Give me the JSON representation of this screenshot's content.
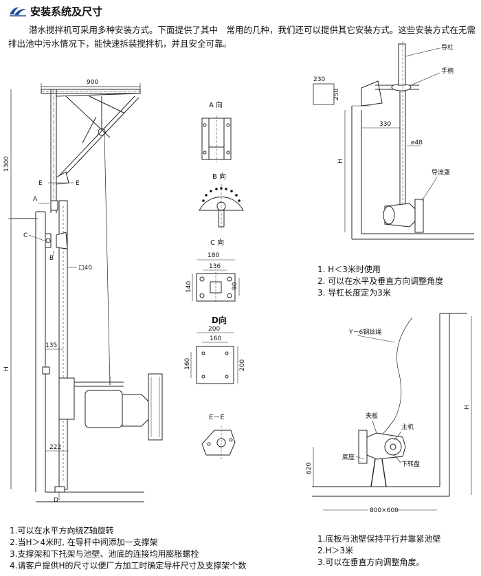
{
  "header": {
    "title": "安装系统及尺寸"
  },
  "intro": "潜水搅拌机可采用多种安装方式。下面提供了其中　常用的几种，我们还可以提供其它安装方式。这些安装方式在无需排出池中污水情况下，能快速拆装搅拌机，并且安全可靠。",
  "left_diagram": {
    "dim_900": "900",
    "dim_1300": "1300",
    "dim_H": "H",
    "label_E1": "E",
    "label_E2": "E",
    "label_A": "A",
    "label_C": "C",
    "label_B": "B",
    "dim_40": "□40",
    "dim_135": "135",
    "dim_222": "222",
    "label_D": "D"
  },
  "views": {
    "a_title": "A 向",
    "b_title": "B 向",
    "c_title": "C 向",
    "c_180": "180",
    "c_136": "136",
    "c_140": "140",
    "c_90": "90",
    "d_title": "D向",
    "d_200_top": "200",
    "d_160_top": "160",
    "d_160_side": "160",
    "d_200_side": "200",
    "e_title": "E－E"
  },
  "right_top": {
    "dim_230": "230",
    "dim_250": "250",
    "dim_330": "330",
    "dim_48": "ø48",
    "dim_H": "H",
    "label_guide_rod": "导杠",
    "label_handle": "手柄",
    "label_shroud": "导流罩"
  },
  "right_top_notes": [
    "1. H＜3米时使用",
    "2. 可以在水平及垂直方向调整角度",
    "3. 导杠长度定为3米"
  ],
  "right_bottom": {
    "label_wire": "Y－6钢丝绳",
    "label_clamp": "夹板",
    "label_main": "主机",
    "label_base": "底座",
    "label_turntable": "下转盘",
    "dim_620": "620",
    "dim_800": "800×600",
    "dim_H": "H"
  },
  "left_notes": [
    "1.可以在水平方向绕Z轴旋转",
    "2.当H＞4米时, 在导杆中间添加一支撑架",
    "3.支撑架和下托架与池壁、池底的连接均用膨胀螺栓",
    "4.请客户提供H的尺寸以便厂方加工时确定导杆尺寸及支撑架个数"
  ],
  "right_notes": [
    "1.底板与池壁保持平行并靠紧池壁",
    "2.H＞3米",
    "3.可以在垂直方向调整角度。"
  ]
}
